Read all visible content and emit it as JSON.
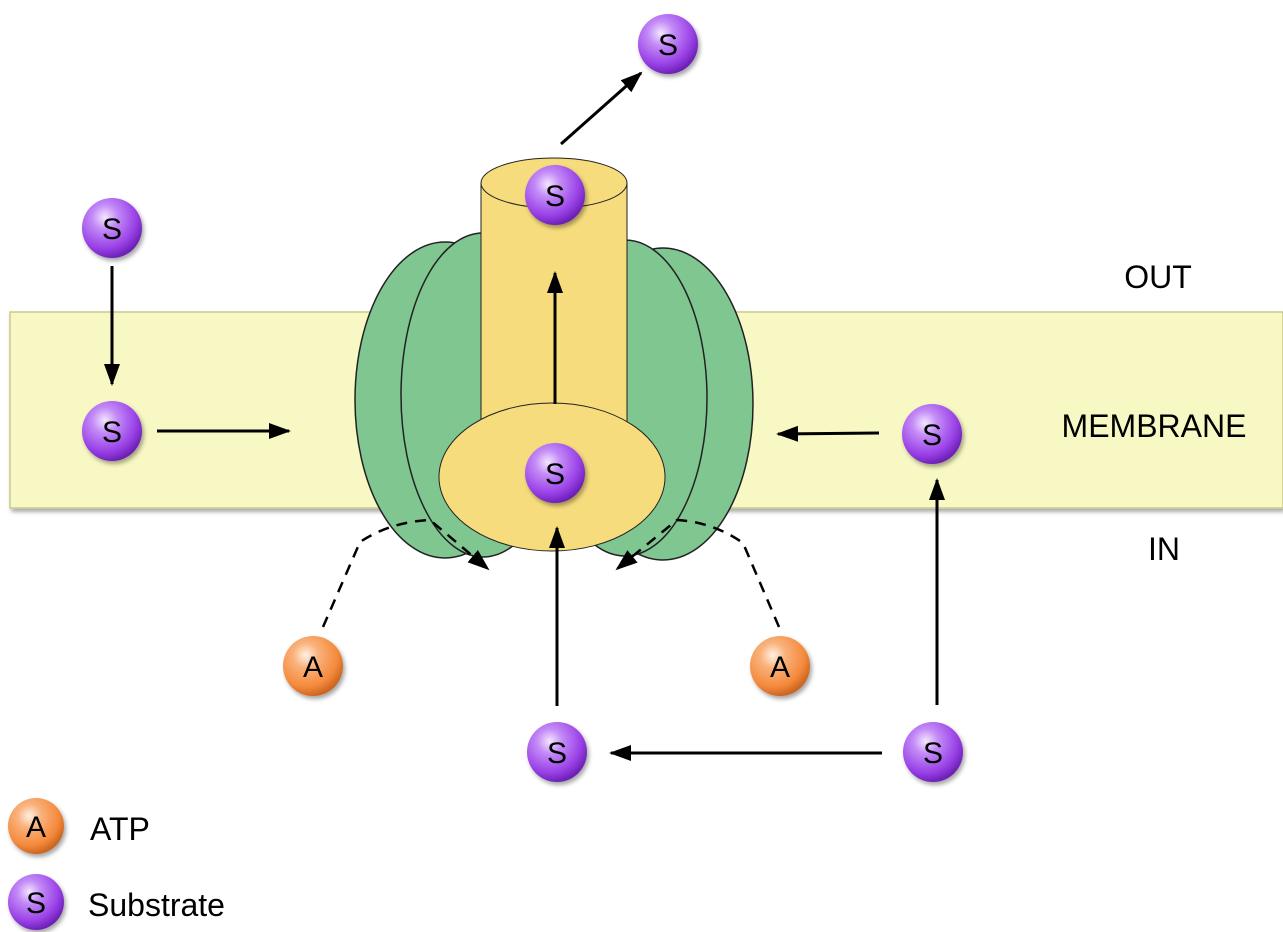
{
  "regions": {
    "out": "OUT",
    "membrane": "MEMBRANE",
    "in": "IN"
  },
  "molecules": {
    "substrate_letter": "S",
    "atp_letter": "A"
  },
  "legend": {
    "atp": "ATP",
    "substrate": "Substrate"
  },
  "colors": {
    "membrane": "#f8f8c4",
    "protein_green": "#80c690",
    "channel_yellow": "#f6dc7c",
    "substrate_purple": "#9940e6",
    "atp_orange": "#f48a3c"
  }
}
